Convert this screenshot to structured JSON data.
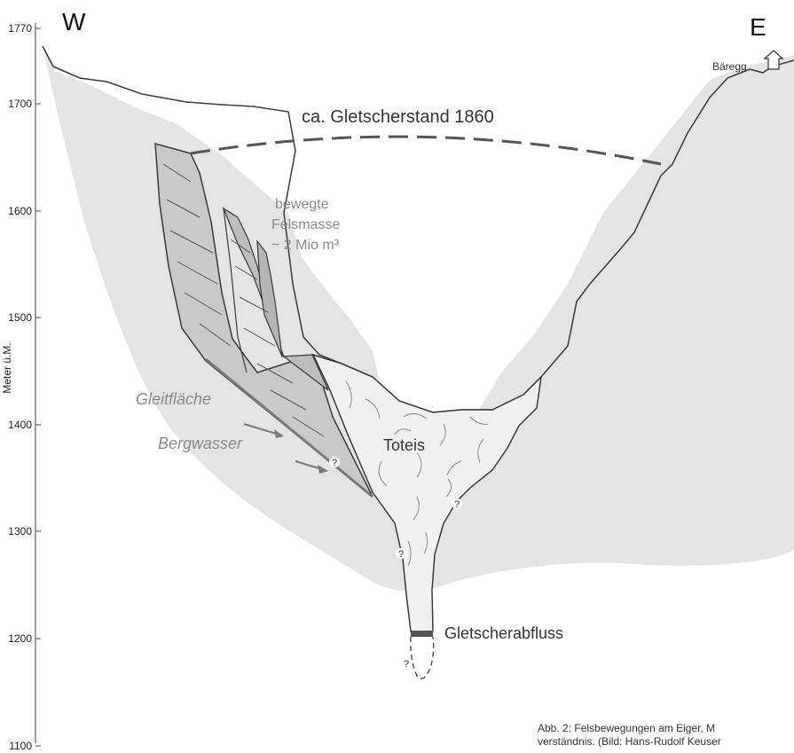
{
  "axis": {
    "ylabel": "Meter ü.M.",
    "ticks": [
      "1770",
      "1700",
      "1600",
      "1500",
      "1400",
      "1300",
      "1200",
      "1100"
    ]
  },
  "directions": {
    "west": "W",
    "east": "E"
  },
  "labels": {
    "baeregg": "Bäregg",
    "glacier_1860": "ca. Gletscherstand 1860",
    "moving_rock_line1": "bewegte",
    "moving_rock_line2": "Felsmasse",
    "moving_rock_line3": "~ 2 Mio m³",
    "slip_surface": "Gleitfläche",
    "mountain_water": "Bergwasser",
    "dead_ice": "Toteis",
    "glacier_outflow": "Gletscherabfluss",
    "question_mark": "?"
  },
  "caption": {
    "line1": "Abb. 2: Felsbewegungen am Eiger, M",
    "line2": "verständnis. (Bild: Hans-Rudolf Keuser"
  },
  "colors": {
    "rock": "#e4e4e4",
    "moving_rock": "#c9c9c9",
    "dead_ice": "#f0f0f0",
    "outline": "#3a3a3a",
    "slip_line": "#7a7a7a",
    "outflow": "#555555"
  }
}
